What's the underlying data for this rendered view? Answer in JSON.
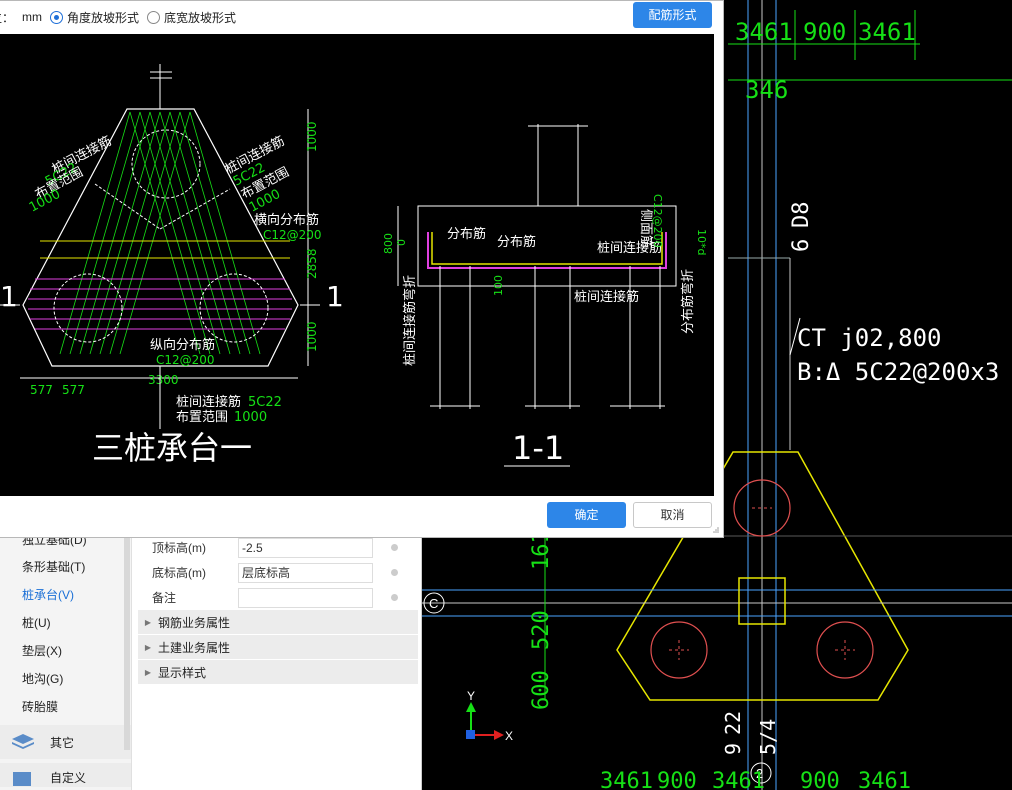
{
  "dialog": {
    "unit_prefix": "单位：",
    "unit": "mm",
    "slope_options": [
      {
        "label": "角度放坡形式",
        "selected": true
      },
      {
        "label": "底宽放坡形式",
        "selected": false
      }
    ],
    "rebar_form_button": "配筋形式",
    "ok_button": "确定",
    "cancel_button": "取消"
  },
  "drawing": {
    "plan_title": "三桩承台一",
    "section_title": "1-1",
    "section_mark": "1",
    "labels": {
      "between_pile_rebar": "桩间连接筋",
      "rebar_5c22": "5C22",
      "layout_range": "布置范围",
      "range_1000": "1000",
      "transverse_dist": "横向分布筋",
      "c12_200": "C12@200",
      "longitudinal_dist": "纵向分布筋",
      "dist_rebar": "分布筋",
      "side_rebar": "侧面筋",
      "bend_between": "桩间连接筋弯折",
      "bend_dist": "分布筋弯折",
      "ten_d": "10*d"
    },
    "dims": {
      "d1000": "1000",
      "d2858": "2858",
      "d577": "577",
      "d3300": "3300",
      "d800": "800",
      "d0": "0",
      "d100": "100"
    }
  },
  "cad": {
    "top_dims": [
      "3461",
      "900",
      "3461",
      "346"
    ],
    "right_texts": [
      "6",
      "D8",
      "CT j02,800",
      "B:Δ 5C22@200x3"
    ],
    "left_dims": [
      "161",
      "520",
      "600"
    ],
    "bottom_dims": [
      "3461",
      "900",
      "3461",
      "900",
      "3461"
    ],
    "vert_bottom": [
      "9",
      "22",
      "5/4"
    ],
    "axis_c": "C",
    "axis_2": "2",
    "axis_x": "X",
    "axis_y": "Y"
  },
  "nav": {
    "items": [
      {
        "label": "独立基础(D)",
        "active": false
      },
      {
        "label": "条形基础(T)",
        "active": false
      },
      {
        "label": "桩承台(V)",
        "active": true
      },
      {
        "label": "桩(U)",
        "active": false
      },
      {
        "label": "垫层(X)",
        "active": false
      },
      {
        "label": "地沟(G)",
        "active": false
      },
      {
        "label": "砖胎膜",
        "active": false
      }
    ],
    "group_other": "其它",
    "group_custom": "自定义"
  },
  "props": {
    "rows": [
      {
        "name": "顶标高(m)",
        "value": "-2.5"
      },
      {
        "name": "底标高(m)",
        "value": "层底标高"
      },
      {
        "name": "备注",
        "value": ""
      }
    ],
    "sections": [
      "钢筋业务属性",
      "土建业务属性",
      "显示样式"
    ]
  },
  "colors": {
    "accent": "#2d86e8",
    "cad_green": "#16e016",
    "cad_yellow": "#e6e600",
    "cad_magenta": "#e040e0",
    "cad_red": "#e05050"
  }
}
